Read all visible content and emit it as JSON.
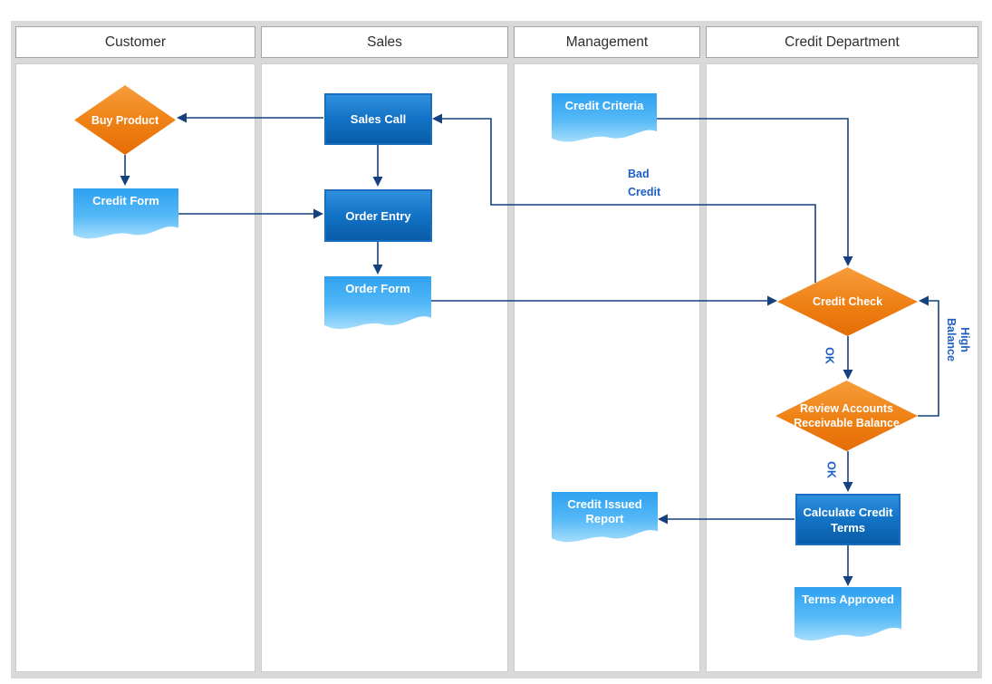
{
  "diagram": {
    "lanes": [
      "Customer",
      "Sales",
      "Management",
      "Credit Department"
    ],
    "nodes": {
      "buy_product": "Buy Product",
      "credit_form": "Credit Form",
      "sales_call": "Sales Call",
      "order_entry": "Order Entry",
      "order_form": "Order Form",
      "credit_criteria": "Credit Criteria",
      "credit_issued_report": [
        "Credit Issued",
        "Report"
      ],
      "credit_check": "Credit Check",
      "review_ar": [
        "Review Accounts",
        "Receivable Balance"
      ],
      "calc_terms": [
        "Calculate Credit",
        "Terms"
      ],
      "terms_approved": "Terms Approved"
    },
    "edge_labels": {
      "bad_credit": [
        "Bad",
        "Credit"
      ],
      "ok_top": "OK",
      "ok_bottom": "OK",
      "high_balance": [
        "High",
        "Balance"
      ]
    },
    "colors": {
      "process_fill_top": "#2f90de",
      "process_fill_bottom": "#0a5ba6",
      "process_border": "#1a6ebf",
      "decision_fill_top": "#f79d3c",
      "decision_fill_bottom": "#e56d07",
      "document_fill_top": "#2ea1f0",
      "document_fill_bottom": "#a5ddfc",
      "connector": "#15417e",
      "edge_label_text": "#1d5fc2",
      "lane_frame": "#d9d9d9"
    }
  }
}
